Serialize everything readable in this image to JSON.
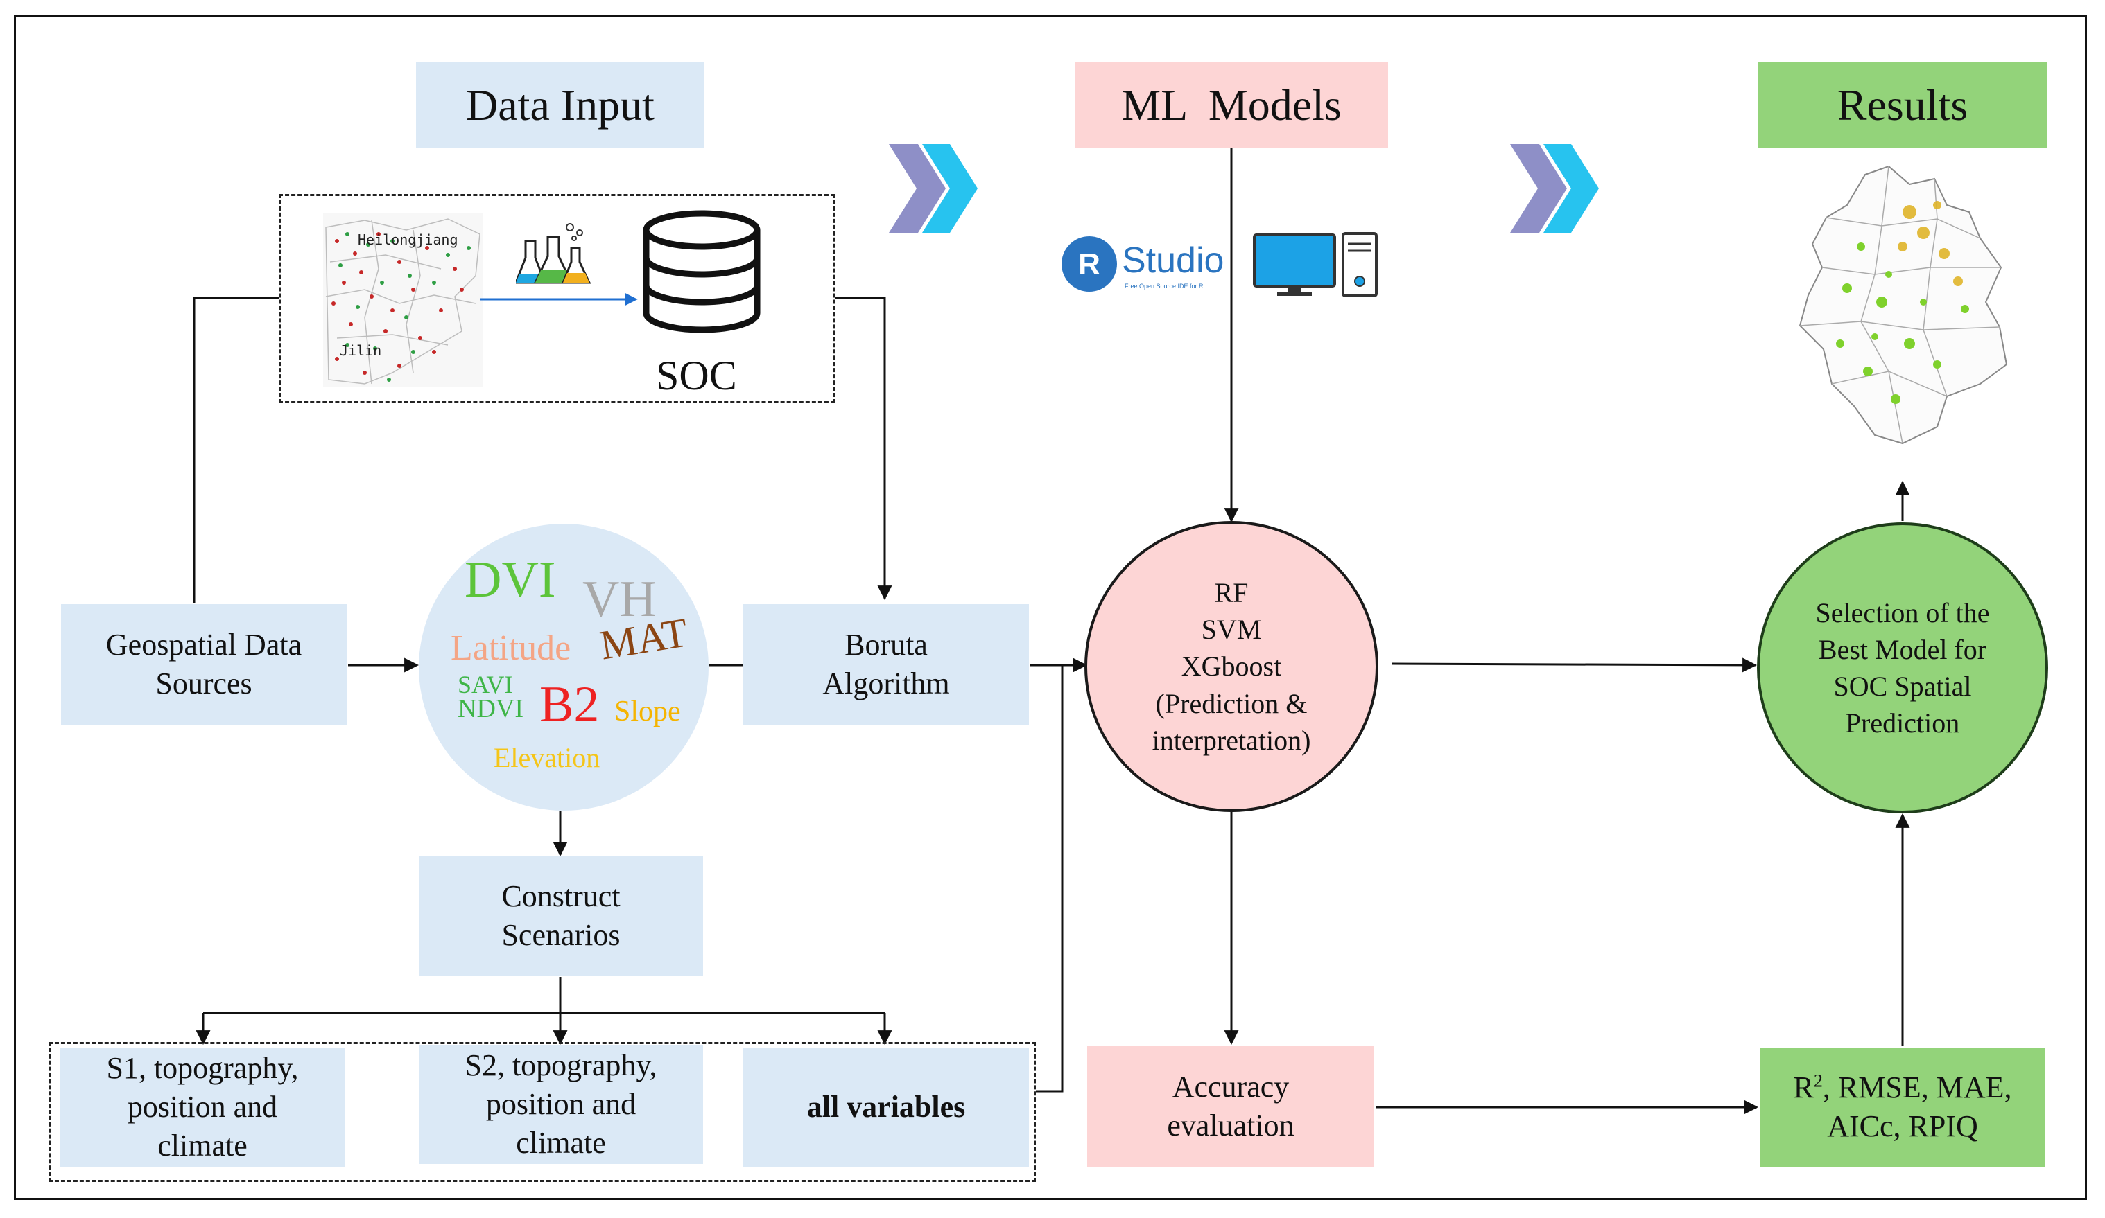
{
  "headers": {
    "data_input": "Data Input",
    "ml_models": "ML  Models",
    "results": "Results"
  },
  "data_input": {
    "soc_label": "SOC",
    "map_labels": [
      "Heilongjiang",
      "Jilin"
    ]
  },
  "nodes": {
    "geospatial": "Geospatial Data\nSources",
    "boruta": "Boruta\nAlgorithm",
    "construct": "Construct\nScenarios",
    "s1": "S1, topography,\nposition and\nclimate",
    "s2": "S2, topography,\nposition and\nclimate",
    "all_vars": "all variables",
    "accuracy": "Accuracy\nevaluation",
    "metrics_main": ", RMSE, MAE,\nAICc, RPIQ",
    "metrics_r": "R",
    "metrics_sup": "2"
  },
  "circles": {
    "models": "RF\nSVM\nXGboost\n(Prediction &\ninterpretation)",
    "selection": "Selection of the\nBest Model for\nSOC Spatial\nPrediction"
  },
  "word_cloud": {
    "dvi": "DVI",
    "vh": "VH",
    "latitude": "Latitude",
    "mat": "MAT",
    "savi": "SAVI",
    "ndvi": "NDVI",
    "b2": "B2",
    "slope": "Slope",
    "elevation": "Elevation"
  },
  "rstudio": {
    "badge": "R",
    "name": "Studio",
    "subtitle": "Free Open Source IDE for R"
  },
  "colors": {
    "blue_box": "#dbe9f6",
    "pink_box": "#fdd5d5",
    "green_box": "#93d37a",
    "chevron_purple": "#8e8fc7",
    "chevron_cyan": "#27c3ef",
    "word_dvi": "#5cc43a",
    "word_vh": "#a8a8a8",
    "word_latitude": "#f4a585",
    "word_mat": "#8b4513",
    "word_savi": "#3fb548",
    "word_b2": "#ee2222",
    "word_slope": "#f5b400",
    "word_elevation": "#f5c518"
  },
  "icons": [
    "lab-flasks-icon",
    "database-icon",
    "rstudio-logo",
    "monitor-icon",
    "computer-tower-icon",
    "chevron-double-icon",
    "heilongjiang-jilin-map"
  ]
}
